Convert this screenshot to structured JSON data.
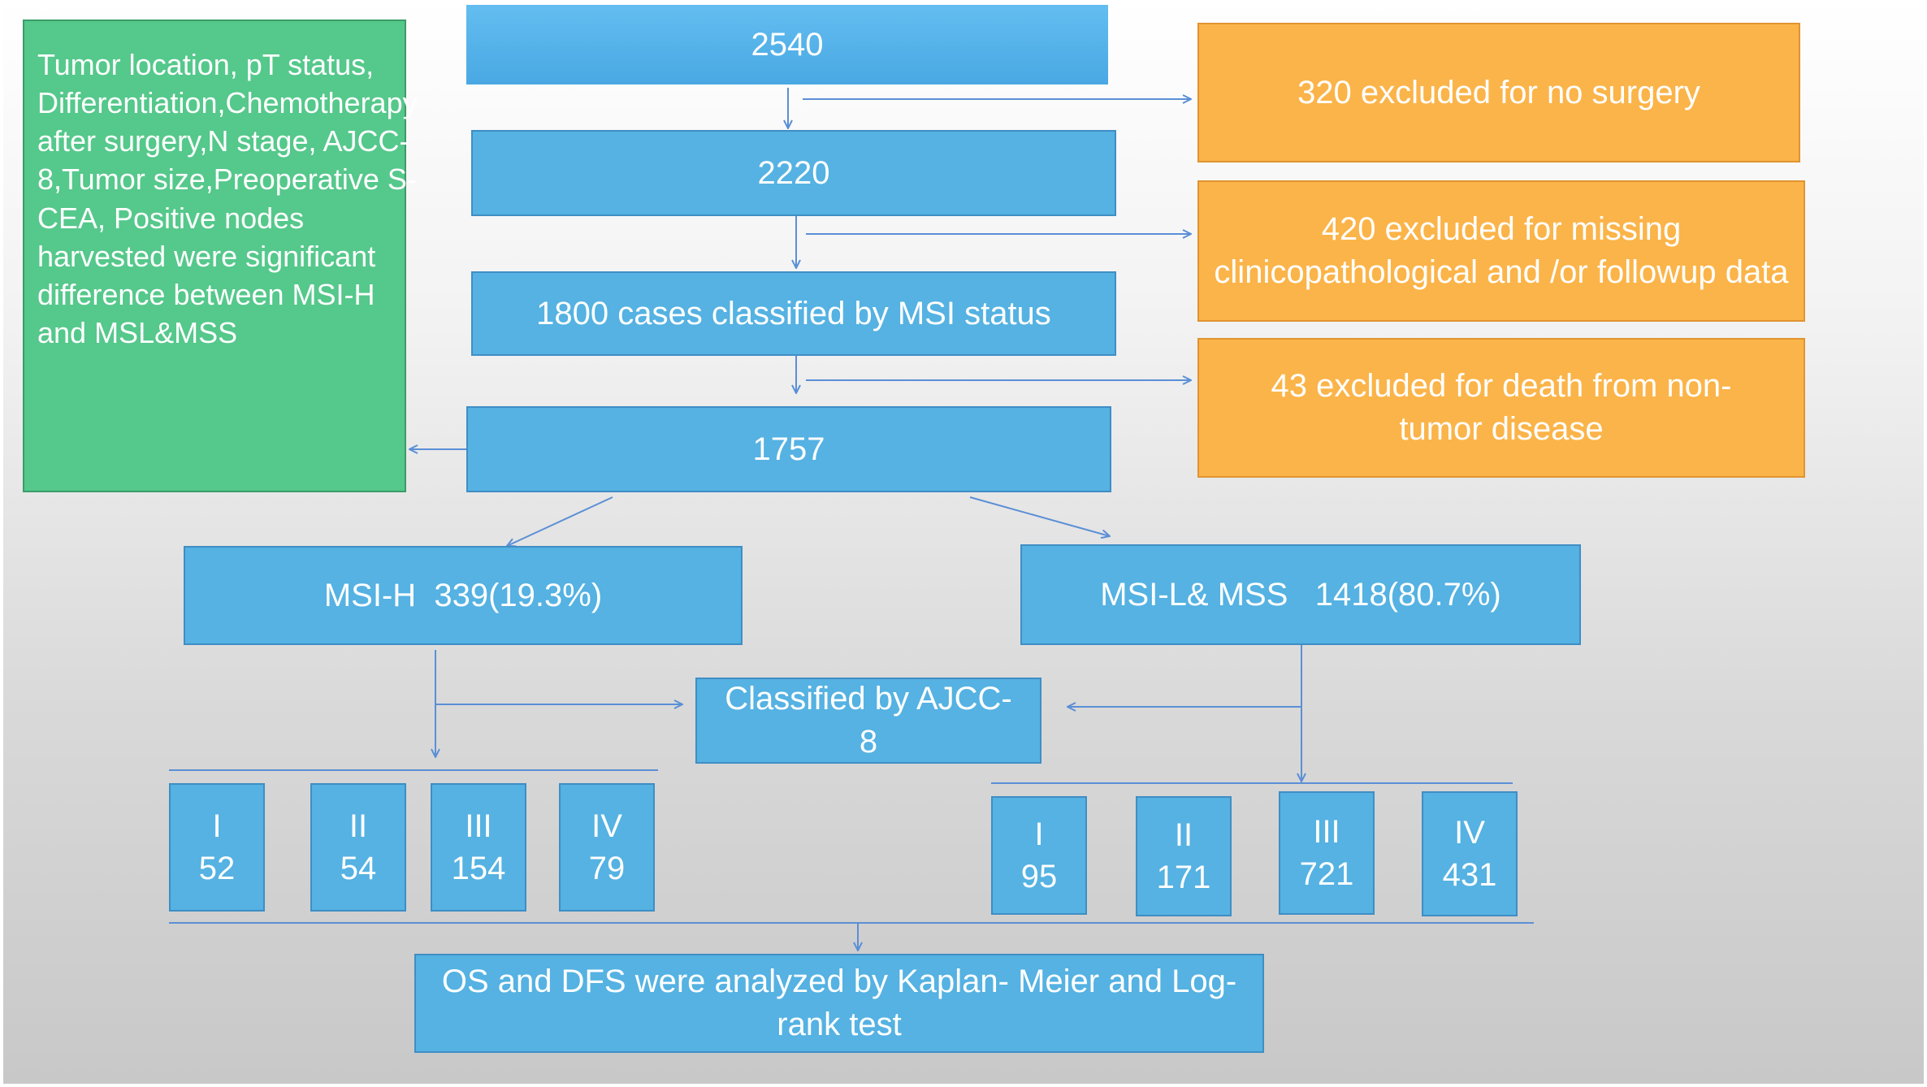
{
  "flowchart": {
    "start": "2540",
    "after_surgery": "2220",
    "classified_msi": "1800 cases classified by MSI status",
    "final_cohort": "1757",
    "excluded": [
      "320 excluded for no surgery",
      "420 excluded for missing clinicopathological and /or followup data",
      "43 excluded for death from non-tumor disease"
    ],
    "difference_note": "Tumor  location, pT status, Differentiation,Chemotherapy after surgery,N stage, AJCC-8,Tumor size,Preoperative S-CEA, Positive nodes harvested were significant difference between MSI-H  and MSL&MSS",
    "msi_h": "MSI-H  339(19.3%)",
    "msi_l_mss": "MSI-L& MSS   1418(80.7%)",
    "classified_ajcc": "Classified by AJCC-8",
    "msi_h_stages": [
      {
        "stage": "I",
        "count": "52"
      },
      {
        "stage": "II",
        "count": "54"
      },
      {
        "stage": "III",
        "count": "154"
      },
      {
        "stage": "IV",
        "count": "79"
      }
    ],
    "mss_stages": [
      {
        "stage": "I",
        "count": "95"
      },
      {
        "stage": "II",
        "count": "171"
      },
      {
        "stage": "III",
        "count": "721"
      },
      {
        "stage": "IV",
        "count": "431"
      }
    ],
    "analysis": "OS and DFS were analyzed by Kaplan- Meier and Log-rank test"
  },
  "colors": {
    "blue_box": "#55b2e2",
    "orange_box": "#fbb449",
    "green_box": "#55c88b",
    "connector": "#5b8fd6"
  }
}
